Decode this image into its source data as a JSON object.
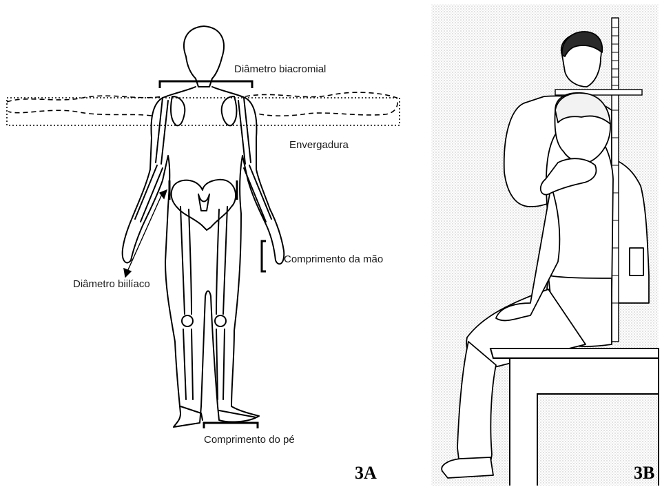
{
  "figure_3a": {
    "labels": {
      "biacromial": "Diâmetro biacromial",
      "arm_span": "Envergadura",
      "hand_length": "Comprimento da mão",
      "biiliac": "Diâmetro biilíaco",
      "foot_length": "Comprimento do pé"
    },
    "panel_label": "3A"
  },
  "figure_3b": {
    "panel_label": "3B"
  }
}
